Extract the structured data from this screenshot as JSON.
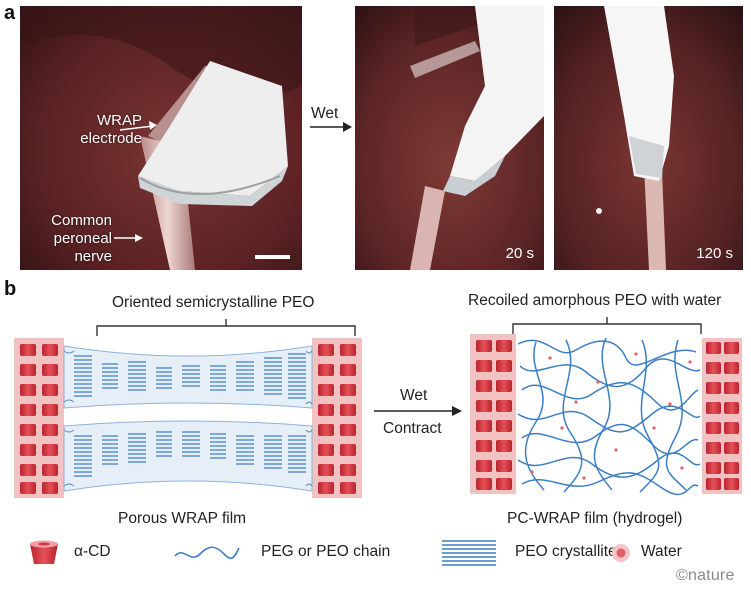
{
  "panel_a": {
    "letter": "a",
    "photo1": {
      "wrap_label": [
        "WRAP",
        "electrode"
      ],
      "nerve_label": [
        "Common",
        "peroneal",
        "nerve"
      ]
    },
    "arrow_label": "Wet",
    "photo2": {
      "time": "20 s"
    },
    "photo3": {
      "time": "120 s"
    }
  },
  "panel_b": {
    "letter": "b",
    "oriented_label": "Oriented semicrystalline PEO",
    "recoiled_label": "Recoiled amorphous PEO with water",
    "arrow_top": "Wet",
    "arrow_bottom": "Contract",
    "left_caption": "Porous WRAP film",
    "right_caption": "PC-WRAP film (hydrogel)"
  },
  "legend": {
    "items": [
      {
        "icon": "alpha-cd-icon",
        "label": "α-CD"
      },
      {
        "icon": "peg-chain-icon",
        "label": "PEG or PEO chain"
      },
      {
        "icon": "peo-crystallite-icon",
        "label": "PEO crystallite"
      },
      {
        "icon": "water-icon",
        "label": "Water"
      }
    ]
  },
  "credit": "©nature",
  "colors": {
    "tissue": "#6b2a2a",
    "cd_red": "#d9434c",
    "chain_blue": "#3c7ec4",
    "water_red": "#e0606a"
  }
}
